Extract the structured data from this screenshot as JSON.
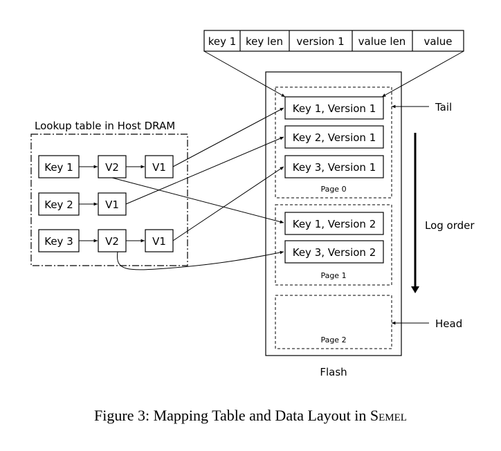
{
  "record_header": {
    "fields": [
      "key 1",
      "key len",
      "version 1",
      "value len",
      "value"
    ]
  },
  "lookup_table": {
    "title": "Lookup table in Host DRAM",
    "rows": [
      {
        "key": "Key 1",
        "versions": [
          "V2",
          "V1"
        ]
      },
      {
        "key": "Key 2",
        "versions": [
          "V1"
        ]
      },
      {
        "key": "Key 3",
        "versions": [
          "V2",
          "V1"
        ]
      }
    ]
  },
  "flash": {
    "label": "Flash",
    "pages": [
      {
        "label": "Page 0",
        "entries": [
          "Key 1, Version 1",
          "Key 2, Version 1",
          "Key 3, Version 1"
        ]
      },
      {
        "label": "Page 1",
        "entries": [
          "Key 1, Version 2",
          "Key 3, Version 2"
        ]
      },
      {
        "label": "Page 2",
        "entries": []
      }
    ]
  },
  "markers": {
    "tail": "Tail",
    "head": "Head",
    "log_order": "Log order"
  },
  "caption": {
    "prefix": "Figure 3: Mapping Table and Data Layout in ",
    "system": "Semel"
  }
}
